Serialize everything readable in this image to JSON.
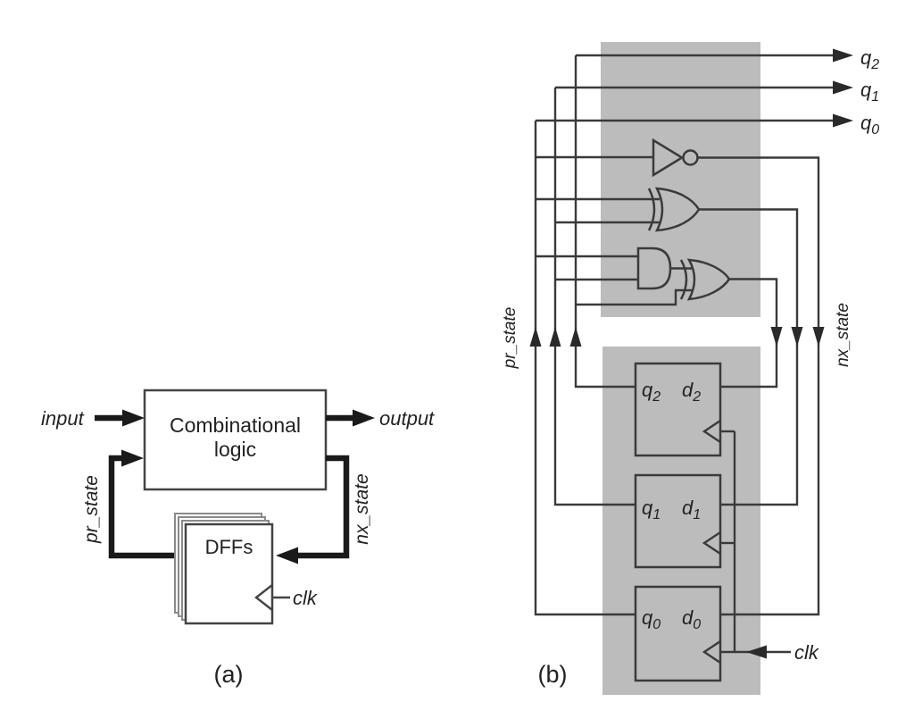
{
  "figure": {
    "caption_a": "(a)",
    "caption_b": "(b)",
    "colors": {
      "shade": "#bcbcbc",
      "line": "#3a3a3a",
      "thick_line": "#1a1a1a",
      "text": "#222222"
    },
    "panel_a": {
      "combinational_block": {
        "line1": "Combinational",
        "line2": "logic"
      },
      "dff_block_label": "DFFs",
      "input_label": "input",
      "output_label": "output",
      "pr_state_label": "pr_state",
      "nx_state_label": "nx_state",
      "clk_label": "clk"
    },
    "panel_b": {
      "pr_state_label": "pr_state",
      "nx_state_label": "nx_state",
      "clk_label": "clk",
      "outputs": [
        {
          "base": "q",
          "sub": "2"
        },
        {
          "base": "q",
          "sub": "1"
        },
        {
          "base": "q",
          "sub": "0"
        }
      ],
      "flip_flops": [
        {
          "q": {
            "base": "q",
            "sub": "2"
          },
          "d": {
            "base": "d",
            "sub": "2"
          }
        },
        {
          "q": {
            "base": "q",
            "sub": "1"
          },
          "d": {
            "base": "d",
            "sub": "1"
          }
        },
        {
          "q": {
            "base": "q",
            "sub": "0"
          },
          "d": {
            "base": "d",
            "sub": "0"
          }
        }
      ],
      "gates": [
        {
          "type": "not"
        },
        {
          "type": "xor"
        },
        {
          "type": "and"
        },
        {
          "type": "xor"
        }
      ]
    }
  }
}
